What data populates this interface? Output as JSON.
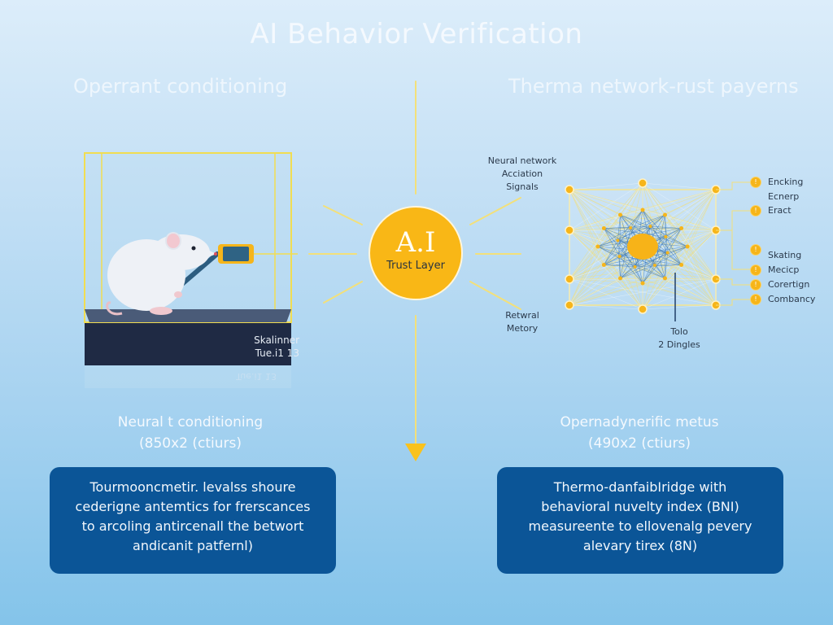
{
  "title": "AI Behavior Verification",
  "left_panel": {
    "heading": "Operrant conditioning",
    "chamber_label_line1": "Skalinner",
    "chamber_label_line2": "Tue.i1 13",
    "chamber_label_reflection": "Tue.i1 13",
    "caption_line1": "Neural t conditioning",
    "caption_line2": "(850x2 (ctiurs)",
    "description_lines": [
      "Tourmooncmetir. levalss shoure",
      "cederigne antemtics for frerscances",
      "to arcoling antircenall the betwort",
      "andicanit patfernl)"
    ]
  },
  "center": {
    "circle_main": "A.I",
    "circle_sub": "Trust Layer",
    "accent_color": "#f9b716"
  },
  "right_panel": {
    "heading": "Therma network-rust payerns",
    "top_label_lines": [
      "Neural network",
      "Acciation",
      "Signals"
    ],
    "bottom_left_label_lines": [
      "Retwral",
      "Metory"
    ],
    "bottom_label_lines": [
      "Tolo",
      "2 Dingles"
    ],
    "side_labels": [
      "Encking",
      "Ecnerp",
      "Eract",
      "Skating",
      "Mecicp",
      "Corertign",
      "Combancy"
    ],
    "caption_line1": "Opernadynerific metus",
    "caption_line2": "(490x2 (ctiurs)",
    "description_lines": [
      "Thermo-danfaibIridge with",
      "behavioral nuvelty index (BNI)",
      "measureente to ellovenalg pevery",
      "alevary tirex (8N)"
    ]
  },
  "colors": {
    "line_yellow": "#f3e07a",
    "box_blue": "#0b5597",
    "base_navy": "#1f2a44"
  }
}
